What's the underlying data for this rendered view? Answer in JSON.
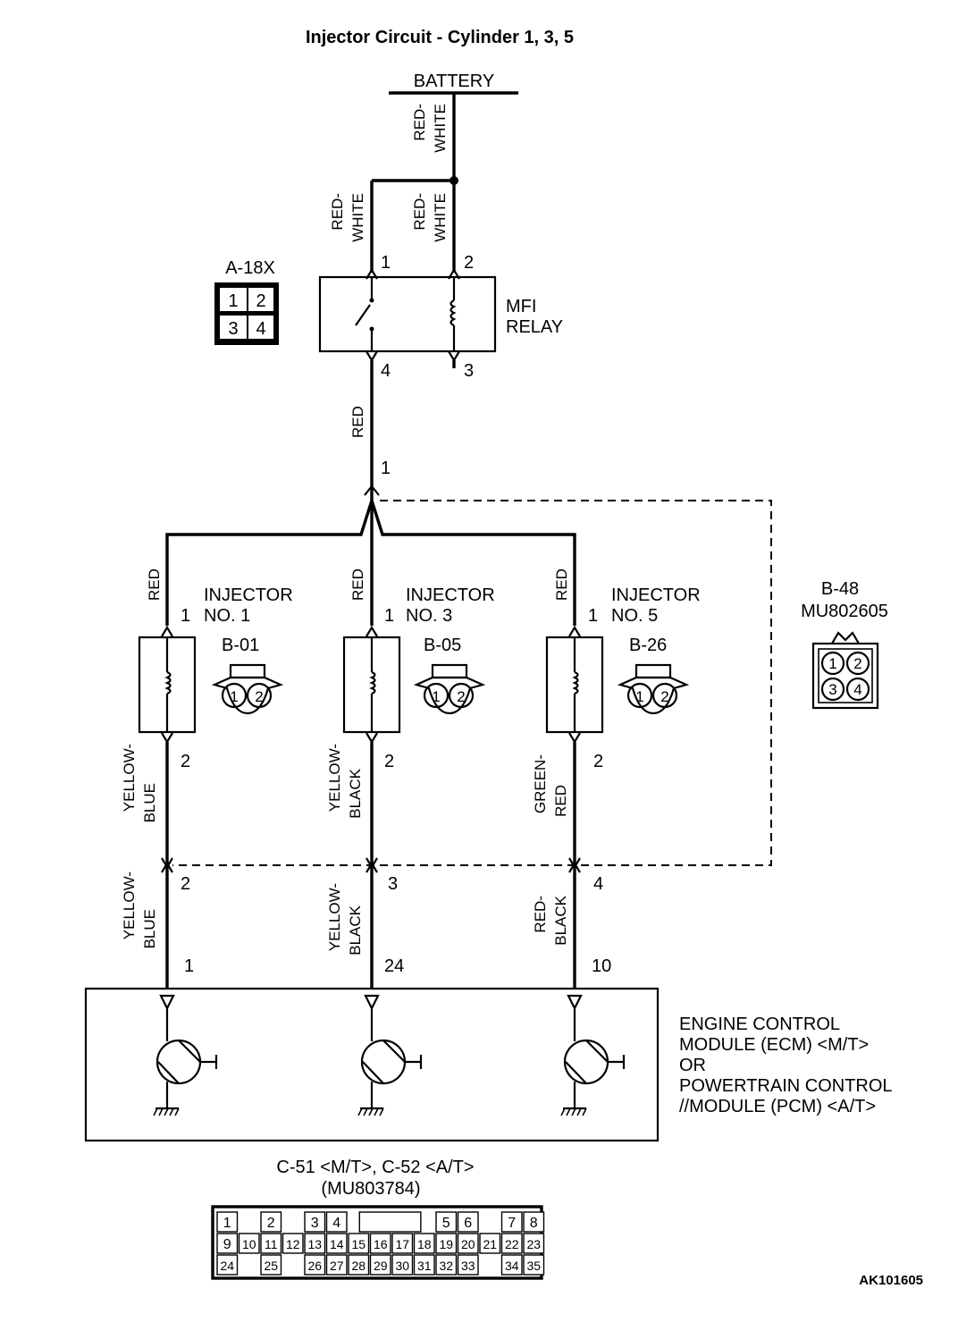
{
  "title": "Injector Circuit - Cylinder 1, 3, 5",
  "battery": {
    "label": "BATTERY"
  },
  "relay": {
    "label_line1": "MFI",
    "label_line2": "RELAY",
    "pins": {
      "p1": "1",
      "p2": "2",
      "p3": "3",
      "p4": "4"
    },
    "connector": {
      "name": "A-18X",
      "cells": [
        "1",
        "2",
        "3",
        "4"
      ]
    }
  },
  "wires": {
    "battery_feed": {
      "line1": "RED-",
      "line2": "WHITE"
    },
    "relay_pin1": {
      "line1": "RED-",
      "line2": "WHITE"
    },
    "relay_pin2": {
      "line1": "RED-",
      "line2": "WHITE"
    },
    "relay_out": "RED",
    "branch1": "RED",
    "branch3": "RED",
    "branch5": "RED",
    "inj1_out": {
      "line1": "YELLOW-",
      "line2": "BLUE"
    },
    "inj3_out": {
      "line1": "YELLOW-",
      "line2": "BLACK"
    },
    "inj5_out": {
      "line1": "GREEN-",
      "line2": "RED"
    },
    "ecm1": {
      "line1": "YELLOW-",
      "line2": "BLUE"
    },
    "ecm24": {
      "line1": "YELLOW-",
      "line2": "BLACK"
    },
    "ecm10": {
      "line1": "RED-",
      "line2": "BLACK"
    }
  },
  "junction": {
    "connector": {
      "name": "B-48",
      "part": "MU802605",
      "cells": [
        "1",
        "2",
        "3",
        "4"
      ]
    },
    "pins": {
      "in": "1",
      "inj1": "2",
      "inj3": "3",
      "inj5": "4"
    }
  },
  "injectors": [
    {
      "label_line1": "INJECTOR",
      "label_line2": "NO. 1",
      "connector": "B-01",
      "pin_in": "1",
      "pin_out": "2",
      "cells": [
        "1",
        "2"
      ]
    },
    {
      "label_line1": "INJECTOR",
      "label_line2": "NO. 3",
      "connector": "B-05",
      "pin_in": "1",
      "pin_out": "2",
      "cells": [
        "1",
        "2"
      ]
    },
    {
      "label_line1": "INJECTOR",
      "label_line2": "NO. 5",
      "connector": "B-26",
      "pin_in": "1",
      "pin_out": "2",
      "cells": [
        "1",
        "2"
      ]
    }
  ],
  "ecm": {
    "pins": [
      "1",
      "24",
      "10"
    ],
    "label_lines": [
      "ENGINE CONTROL",
      "MODULE (ECM) <M/T>",
      "OR",
      "POWERTRAIN CONTROL",
      "//MODULE (PCM) <A/T>"
    ],
    "connector": {
      "name": "C-51 <M/T>, C-52 <A/T>",
      "part": "(MU803784)",
      "row1": [
        "1",
        "2",
        "3",
        "4",
        "5",
        "6",
        "7",
        "8"
      ],
      "row2": [
        "9",
        "10",
        "11",
        "12",
        "13",
        "14",
        "15",
        "16",
        "17",
        "18",
        "19",
        "20",
        "21",
        "22",
        "23"
      ],
      "row3": [
        "24",
        "25",
        "26",
        "27",
        "28",
        "29",
        "30",
        "31",
        "32",
        "33",
        "34",
        "35"
      ]
    }
  },
  "figure_id": "AK101605"
}
